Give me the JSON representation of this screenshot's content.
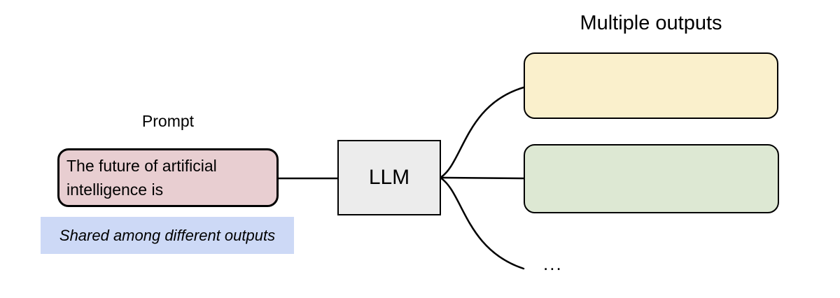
{
  "diagram": {
    "prompt": {
      "title": "Prompt",
      "box_text": "The future of artificial intelligence is",
      "shared_note": "Shared among different outputs"
    },
    "llm": {
      "label": "LLM"
    },
    "outputs": {
      "title": "Multiple outputs",
      "ellipsis": "..."
    }
  },
  "colors": {
    "prompt_box_fill": "#e8ced1",
    "llm_box_fill": "#ececec",
    "output_box_1_fill": "#faf0cc",
    "output_box_2_fill": "#dde8d3",
    "shared_note_fill": "#cdd9f6",
    "stroke": "#000000"
  }
}
